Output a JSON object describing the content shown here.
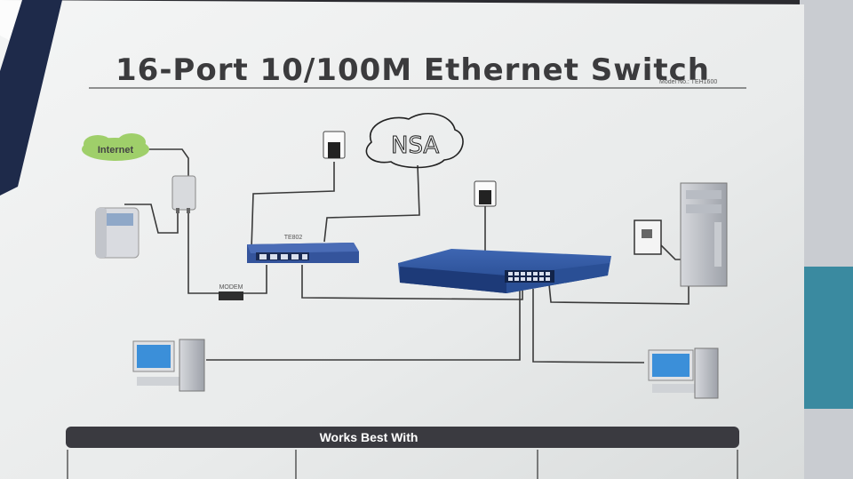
{
  "box": {
    "title": "16-Port 10/100M Ethernet Switch",
    "model_label": "Model No.: TEH1600"
  },
  "diagram": {
    "internet_label": "Internet",
    "router_label": "TE802",
    "modem_label": "MODEM",
    "handwritten_note": "NSA"
  },
  "footer": {
    "banner_label": "Works Best With"
  },
  "colors": {
    "box_paper": "#eceeee",
    "switch_blue": "#2a4f95",
    "router_blue": "#34549c",
    "banner_dark": "#3a3a40",
    "cloud_green": "#9fcf6a"
  }
}
